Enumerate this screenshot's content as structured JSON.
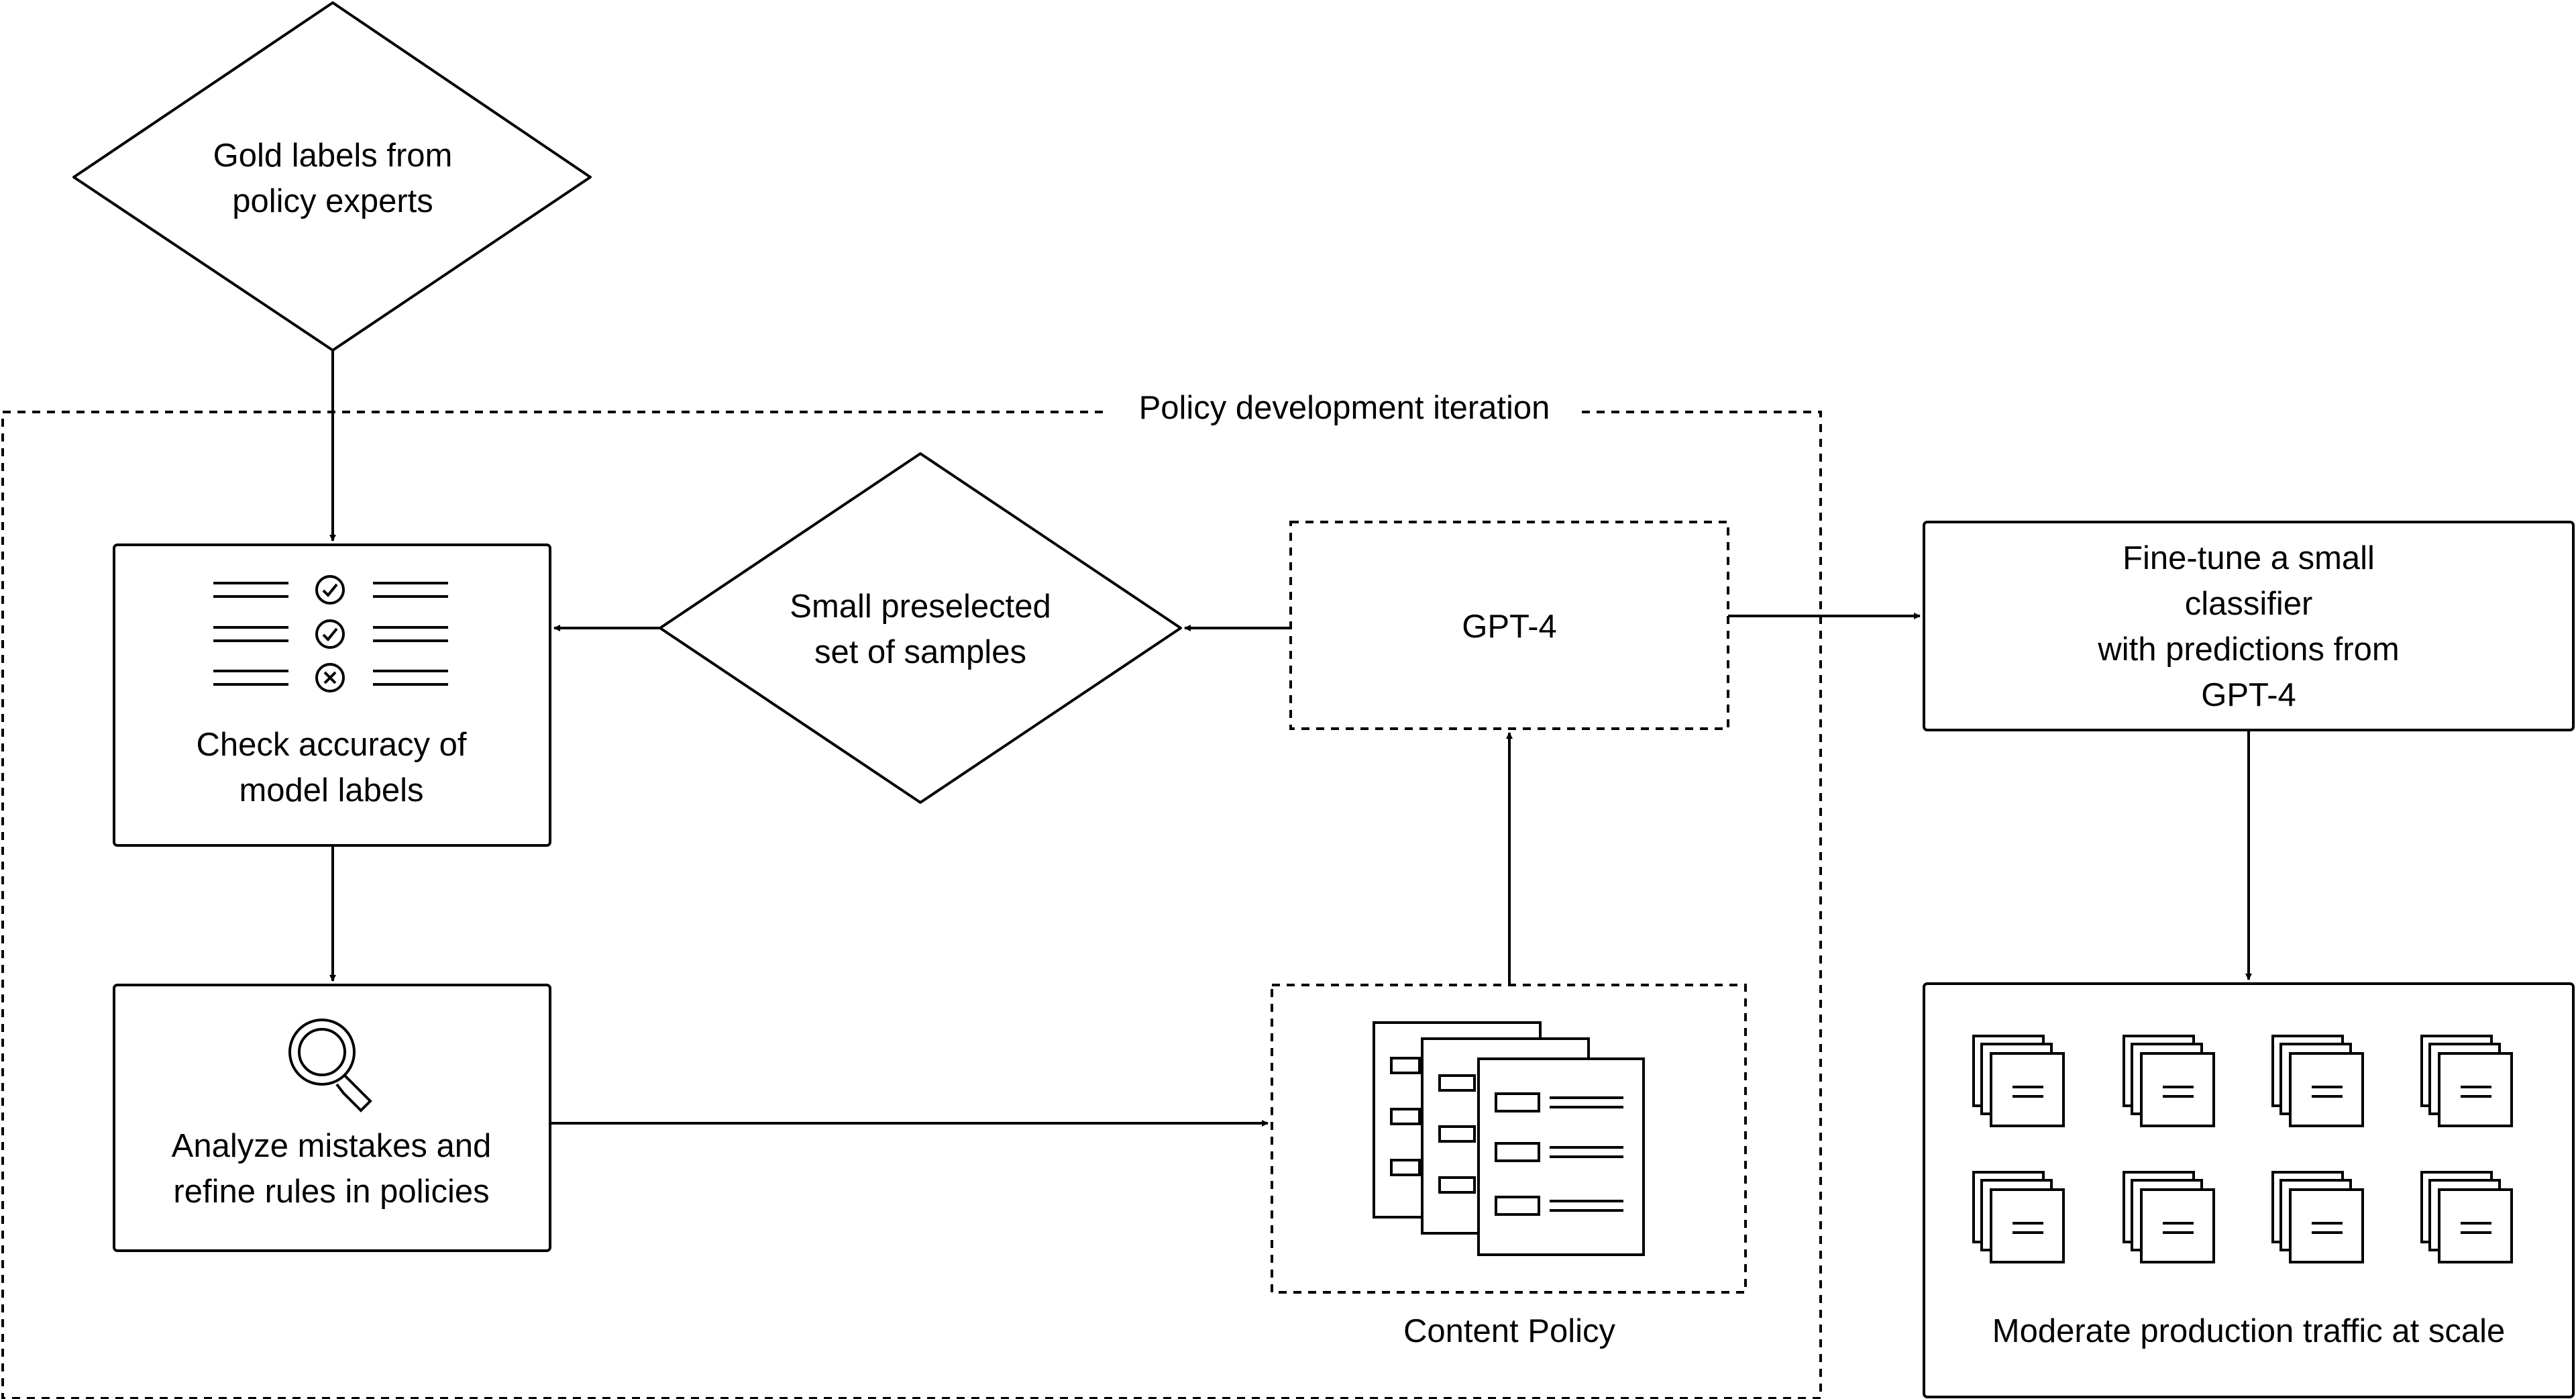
{
  "diagram": {
    "frame_title": "Policy development iteration",
    "nodes": {
      "gold_labels": "Gold labels from\npolicy experts",
      "check_accuracy": "Check accuracy of\nmodel labels",
      "small_samples": "Small preselected\nset of samples",
      "gpt4": "GPT-4",
      "fine_tune": "Fine-tune a small classifier\nwith predictions from GPT-4",
      "analyze_mistakes": "Analyze mistakes and\nrefine rules in policies",
      "content_policy": "Content Policy",
      "moderate_traffic": "Moderate production traffic at scale"
    },
    "icons": {
      "checklist": "checklist-icon",
      "magnifier": "magnifier-icon",
      "policy_documents": "policy-documents-icon",
      "document_stack": "document-stack-icon"
    },
    "colors": {
      "stroke": "#000000",
      "background": "#ffffff"
    }
  }
}
